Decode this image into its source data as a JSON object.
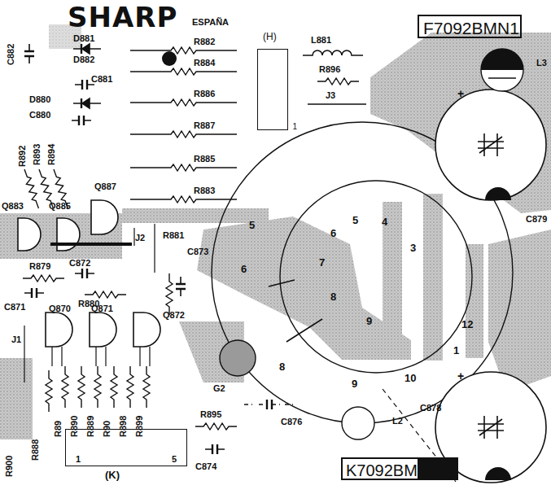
{
  "diagram": {
    "nodes": [
      {
        "text": [
          "F7092BMN1"
        ]
      },
      {
        "text": [
          "(H)",
          "1"
        ]
      },
      {
        "text": [
          "1",
          "5",
          "(K)"
        ]
      },
      {
        "text": [
          "K7092BM"
        ]
      }
    ],
    "labels": [
      "SHARP",
      "ESPAÑA",
      "C882",
      "D881",
      "D882",
      "R882",
      "R884",
      "C881",
      "R886",
      "D880",
      "C880",
      "R887",
      "R892",
      "R893",
      "R894",
      "R885",
      "Q887",
      "R883",
      "Q883",
      "Q885",
      "R881",
      "J2",
      "C873",
      "R879",
      "C872",
      "R880",
      "C871",
      "Q870",
      "Q871",
      "Q872",
      "J1",
      "R89",
      "R890",
      "R889",
      "R90",
      "R898",
      "R899",
      "R900",
      "R888",
      "G2",
      "R895",
      "C876",
      "C874",
      "L2",
      "C878",
      "L881",
      "R896",
      "J3",
      "L3",
      "C879",
      "5",
      "6",
      "5",
      "4",
      "3",
      "6",
      "7",
      "8",
      "9",
      "12",
      "1",
      "8",
      "9",
      "10",
      "+",
      "+"
    ]
  }
}
